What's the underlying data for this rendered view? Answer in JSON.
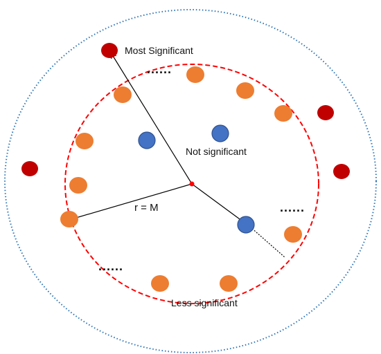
{
  "labels": {
    "most_significant": "Most Significant",
    "not_significant": "Not significant",
    "less_significant": "Less significant",
    "radius": "r = M",
    "ellipsis": "......"
  },
  "colors": {
    "most_significant_dot": "#c00000",
    "boundary_dot": "#ed7d31",
    "inner_dot": "#4472c4",
    "boundary_circle": "#ff0000",
    "outer_circle": "#2e75b6",
    "center": "#ff0000"
  }
}
